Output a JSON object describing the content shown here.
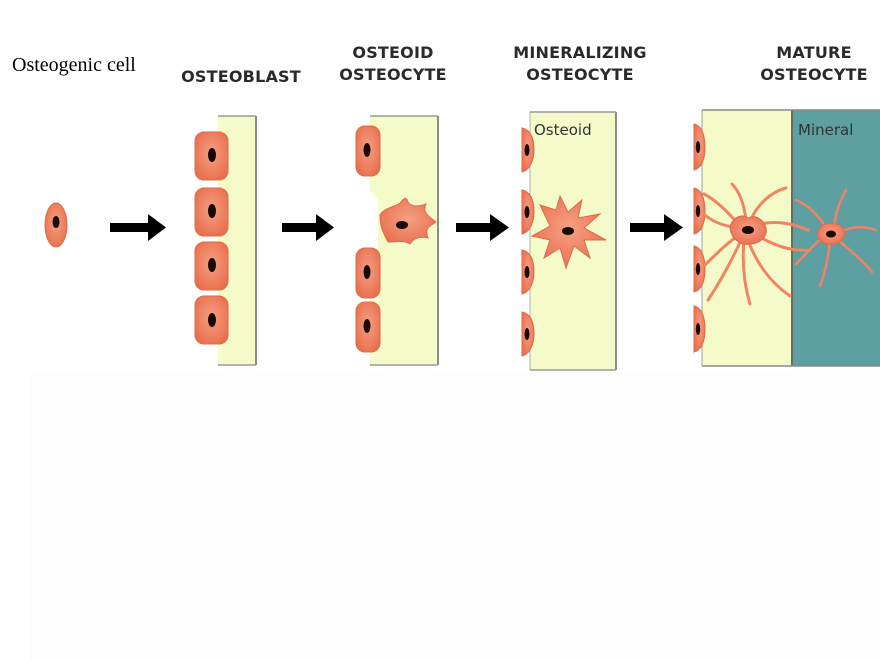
{
  "intro_label": "Osteogenic cell",
  "stages": {
    "osteoblast": {
      "line1": "OSTEOBLAST"
    },
    "osteoid_osteocyte": {
      "line1": "OSTEOID",
      "line2": "OSTEOCYTE"
    },
    "mineralizing_osteocyte": {
      "line1": "MINERALIZING",
      "line2": "OSTEOCYTE"
    },
    "mature_osteocyte": {
      "line1": "MATURE",
      "line2": "OSTEOCYTE"
    }
  },
  "regions": {
    "osteoid": "Osteoid",
    "mineral": "Mineral"
  },
  "colors": {
    "osteoid_fill": "#f4fbc8",
    "mineral_fill": "#5e9fa1",
    "cell_fill": "#f08463",
    "nucleus": "#1a0a06",
    "arrow": "#000000"
  },
  "icons": [
    "arrow-right-icon"
  ]
}
